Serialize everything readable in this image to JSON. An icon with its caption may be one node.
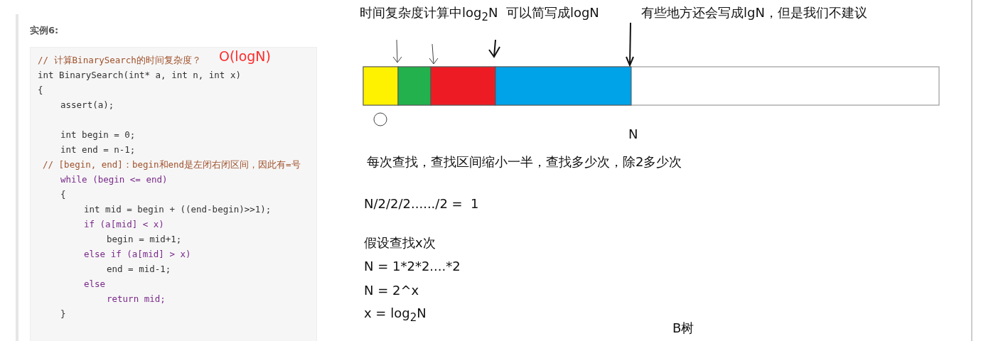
{
  "diagram": {
    "labels": [
      "实例6:",
      "// 计算BinarySearch的时间复杂度？",
      "O(logN)",
      "int BinarySearch(int* a, int n, int x)",
      "{",
      "assert(a);",
      "int begin = 0;",
      "int end = n-1;",
      "// [begin, end]：begin和end是左闭右闭区间，因此有=号",
      "while (begin <= end)",
      "{",
      "int mid = begin + ((end-begin)>>1);",
      "if (a[mid] < x)",
      "begin = mid+1;",
      "else if (a[mid] > x)",
      "end = mid-1;",
      "else",
      "return mid;",
      "}",
      "时间复杂度计算中log$_{2}$N  可以简写成logN",
      "有些地方还会写成lgN，但是我们不建议",
      "N",
      "每次查找，查找区间缩小一半，查找多少次，除2多少次",
      "N/2/2/2....../2 =  1",
      "假设查找x次",
      "N = 1*2*2....*2",
      "N = 2^x",
      "x = log$_{2}$N",
      "B树"
    ]
  }
}
